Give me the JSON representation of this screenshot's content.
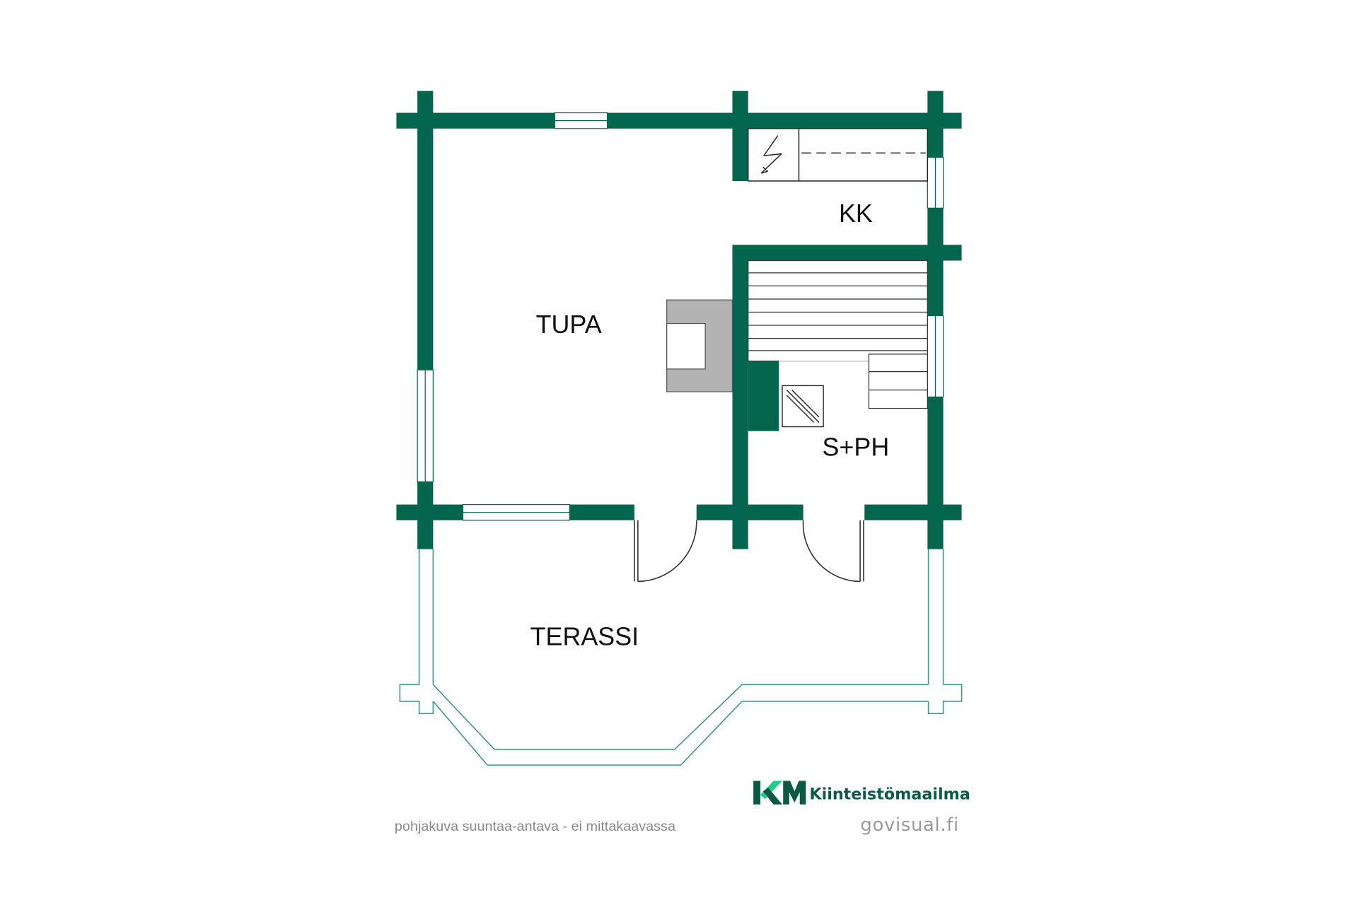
{
  "colors": {
    "wall": "#05664e",
    "terrace_line": "#3a9c78",
    "fireplace": "#b3b3b3",
    "logo_dark": "#0b5b44",
    "logo_light": "#1fcf86",
    "text": "#111111",
    "muted_text": "#8a8a8a"
  },
  "rooms": {
    "tupa": "TUPA",
    "kk": "KK",
    "sph": "S+PH",
    "terassi": "TERASSI"
  },
  "footer": {
    "disclaimer": "pohjakuva suuntaa-antava - ei mittakaavassa",
    "credit": "govisual.fi"
  },
  "brand": {
    "logo_letters": "KM",
    "name": "Kiinteistömaailma"
  },
  "icons": {
    "stove": "lightning-stove-icon",
    "sauna_heater": "sauna-heater-icon"
  }
}
